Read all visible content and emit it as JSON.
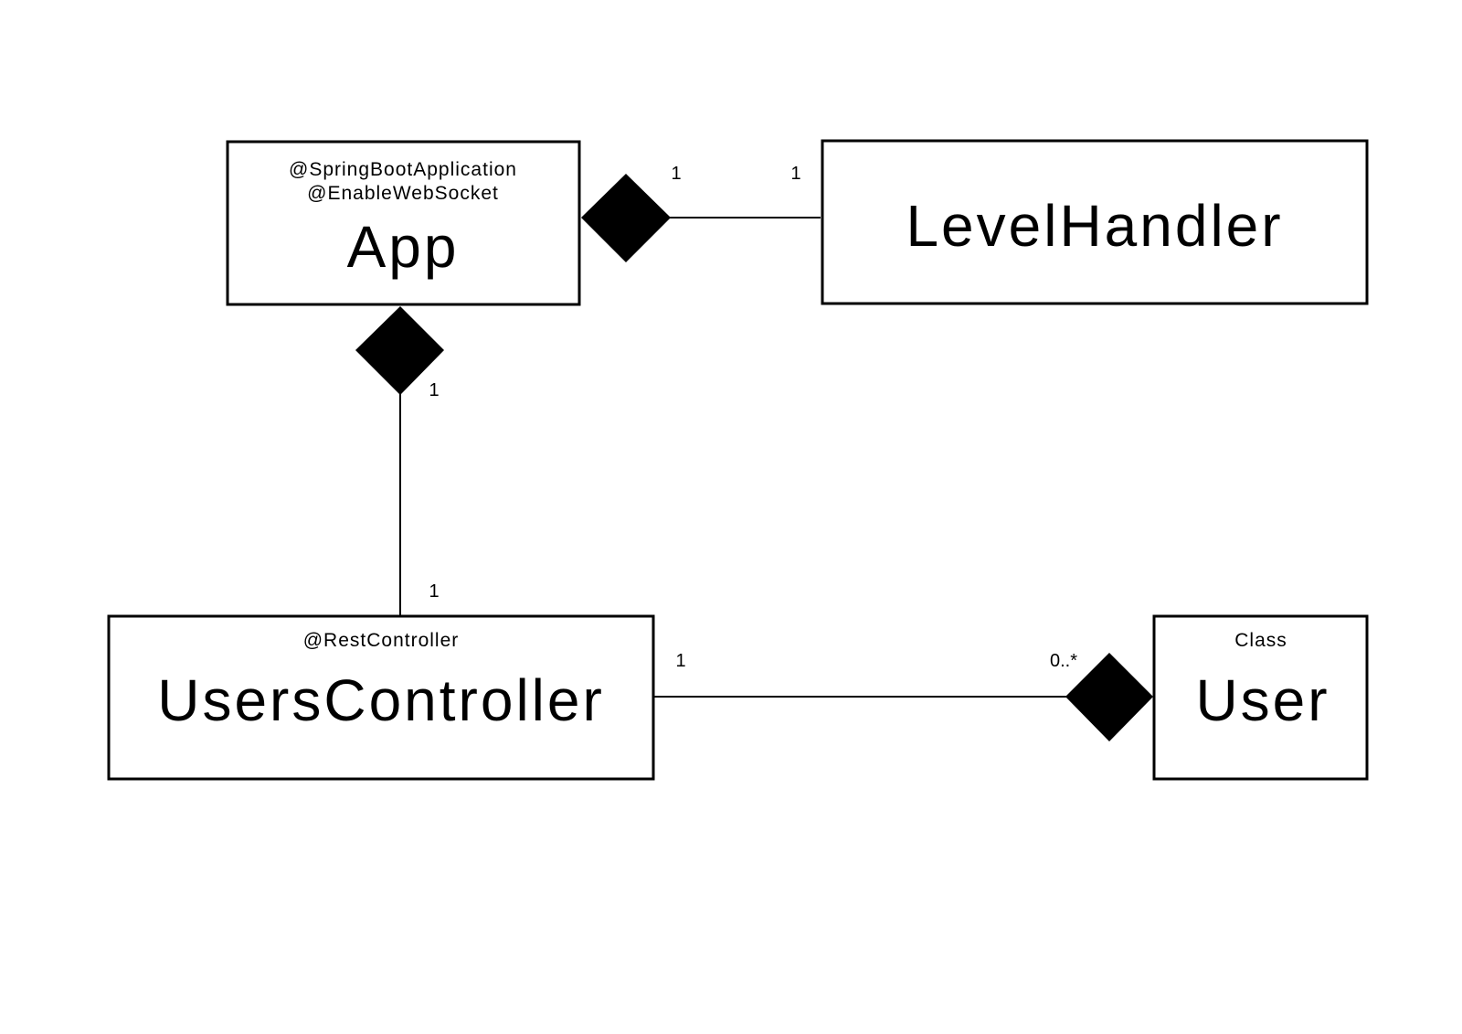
{
  "classes": {
    "app": {
      "stereotypes": [
        "@SpringBootApplication",
        "@EnableWebSocket"
      ],
      "name": "App"
    },
    "level_handler": {
      "name": "LevelHandler"
    },
    "users_controller": {
      "stereotypes": [
        "@RestController"
      ],
      "name": "UsersController"
    },
    "user": {
      "stereotypes": [
        "Class"
      ],
      "name": "User"
    }
  },
  "relations": {
    "app_levelhandler": {
      "type": "composition",
      "whole": "App",
      "part": "LevelHandler",
      "whole_multiplicity": "1",
      "part_multiplicity": "1"
    },
    "app_userscontroller": {
      "type": "composition",
      "whole": "App",
      "part": "UsersController",
      "whole_multiplicity": "1",
      "part_multiplicity": "1"
    },
    "user_userscontroller": {
      "type": "composition",
      "whole": "User",
      "part": "UsersController",
      "whole_multiplicity": "0..*",
      "part_multiplicity": "1"
    }
  }
}
